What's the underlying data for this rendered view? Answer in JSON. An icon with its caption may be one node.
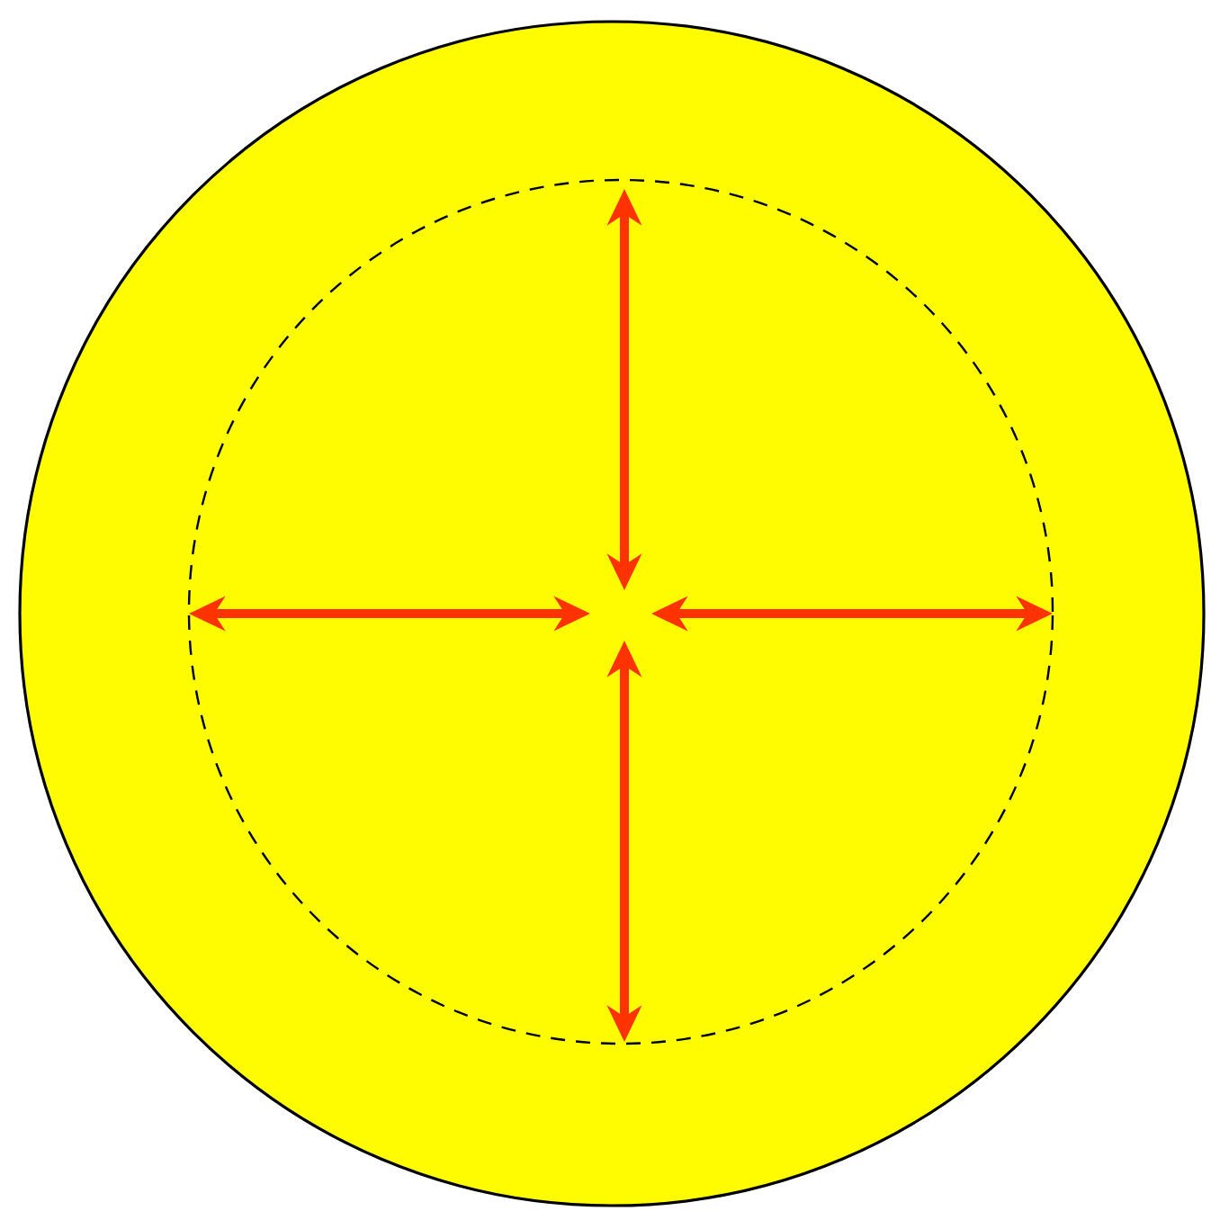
{
  "diagram": {
    "nodes": [
      {
        "text": [],
        "shape": "circle"
      },
      {
        "text": [],
        "shape": "circle",
        "in": 0
      }
    ]
  }
}
